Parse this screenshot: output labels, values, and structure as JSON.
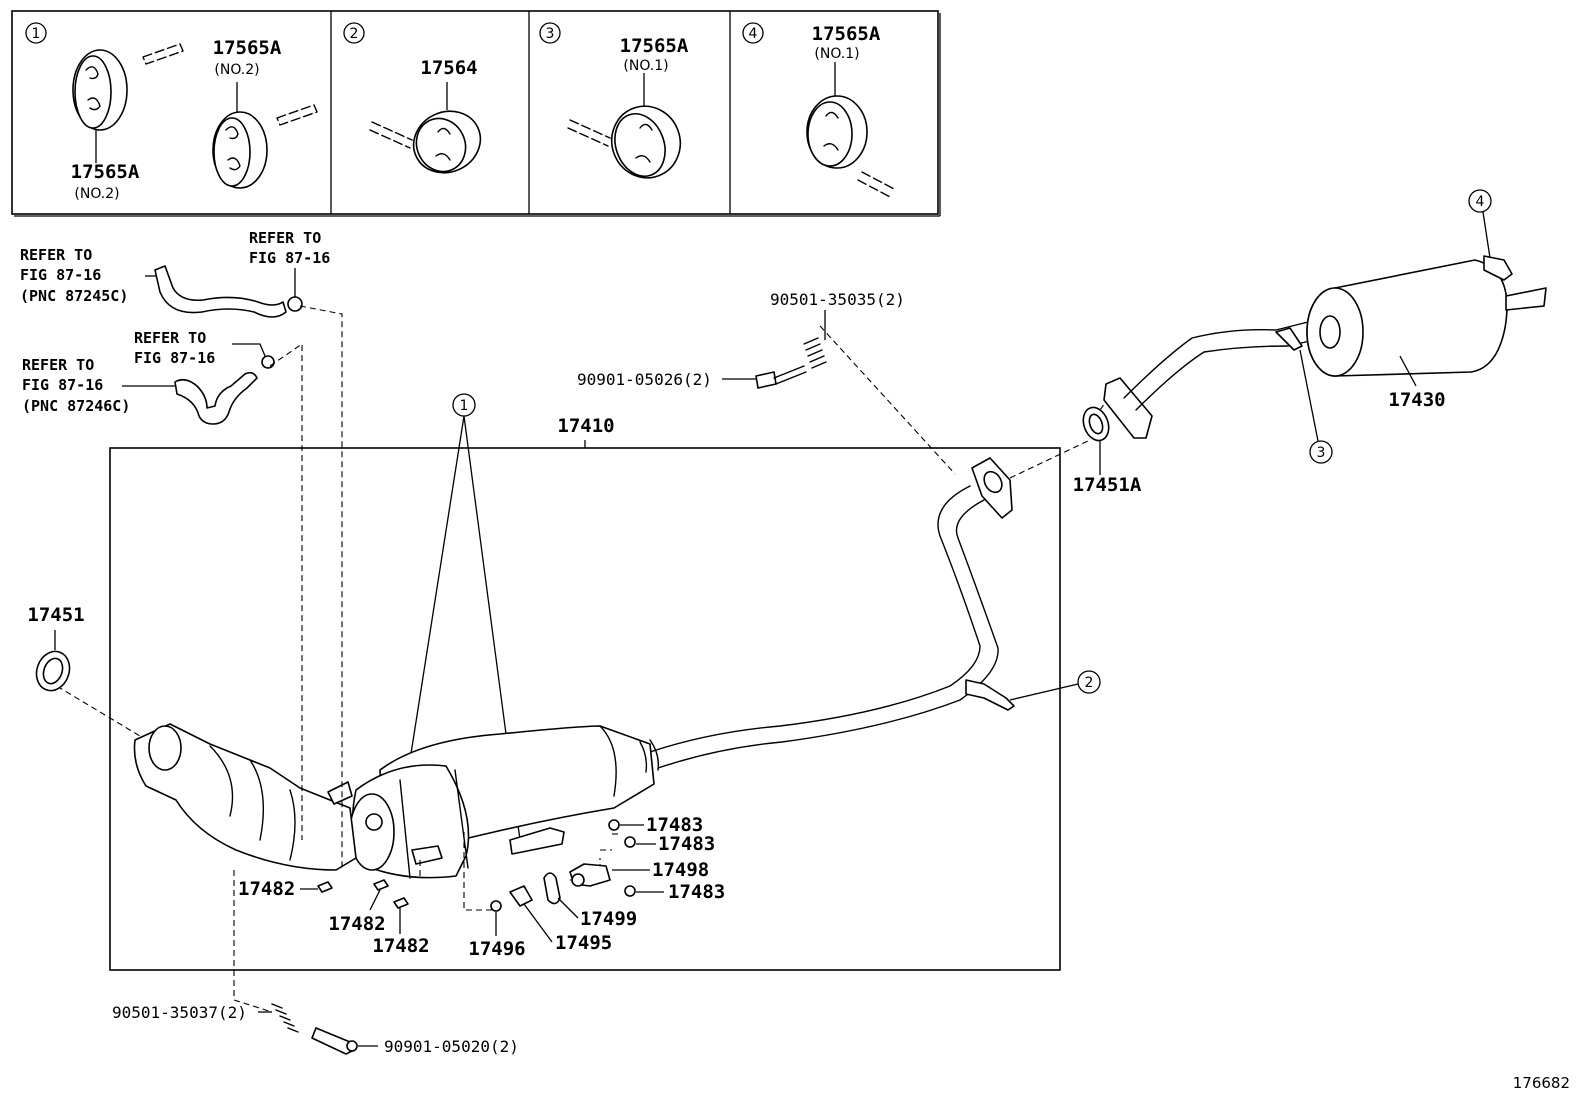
{
  "figure_number": "176682",
  "inset_panels": [
    {
      "index": "1",
      "labels": [
        {
          "part": "17565A",
          "variant": "(NO.2)"
        },
        {
          "part": "17565A",
          "variant": "(NO.2)"
        }
      ]
    },
    {
      "index": "2",
      "labels": [
        {
          "part": "17564"
        }
      ]
    },
    {
      "index": "3",
      "labels": [
        {
          "part": "17565A",
          "variant": "(NO.1)"
        }
      ]
    },
    {
      "index": "4",
      "labels": [
        {
          "part": "17565A",
          "variant": "(NO.1)"
        }
      ]
    }
  ],
  "references": [
    {
      "line1": "REFER TO",
      "line2": "FIG 87-16",
      "line3": "(PNC 87245C)"
    },
    {
      "line1": "REFER TO",
      "line2": "FIG 87-16"
    },
    {
      "line1": "REFER TO",
      "line2": "FIG 87-16"
    },
    {
      "line1": "REFER TO",
      "line2": "FIG 87-16",
      "line3": "(PNC 87246C)"
    }
  ],
  "callouts": [
    "1",
    "2",
    "3",
    "4"
  ],
  "parts": {
    "assembly": "17410",
    "gasket_front": "17451",
    "gasket_rear": "17451A",
    "tail_muffler": "17430",
    "bolt_upper": "90901-05026(2)",
    "spring_upper": "90501-35035(2)",
    "spring_lower": "90501-35037(2)",
    "bolt_lower": "90901-05020(2)",
    "nut_a": "17483",
    "nut_b": "17483",
    "sensor": "17498",
    "nut_c": "17483",
    "gasket_sensor": "17499",
    "plug": "17495",
    "clip": "17496",
    "bolt_a": "17482",
    "bolt_b": "17482",
    "bolt_c": "17482"
  }
}
